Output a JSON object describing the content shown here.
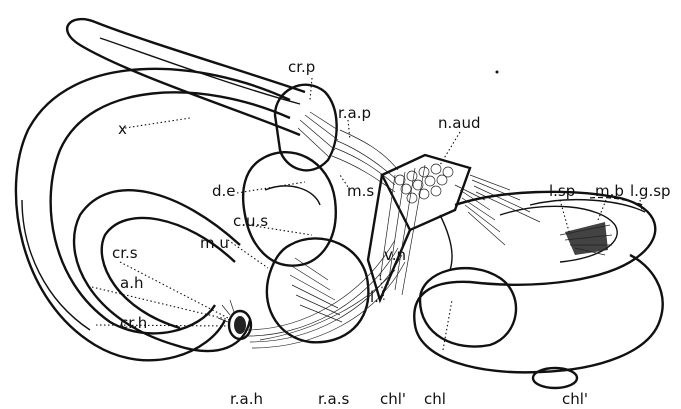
{
  "labels": {
    "x": "x",
    "cr_p": "cr.p",
    "r_a_p": "r.a.p",
    "n_aud": "n.aud",
    "d_e": "d.e",
    "m_s": "m.s",
    "c_u_s": "c.u.s",
    "m_u": "m.u",
    "v_n": "v.n",
    "cr_s": "cr.s",
    "a_h": "a.h",
    "cr_h": "cr.h",
    "r_a_h": "r.a.h",
    "r_a_s": "r.a.s",
    "chl_prime_1": "chl'",
    "chl": "chl",
    "chl_prime_2": "chl'",
    "l_sp": "l.sp",
    "m_b": "m.b",
    "l_g_sp": "l.g.sp",
    "l_sp_small": "l.",
    "ink_color": "#111111"
  }
}
